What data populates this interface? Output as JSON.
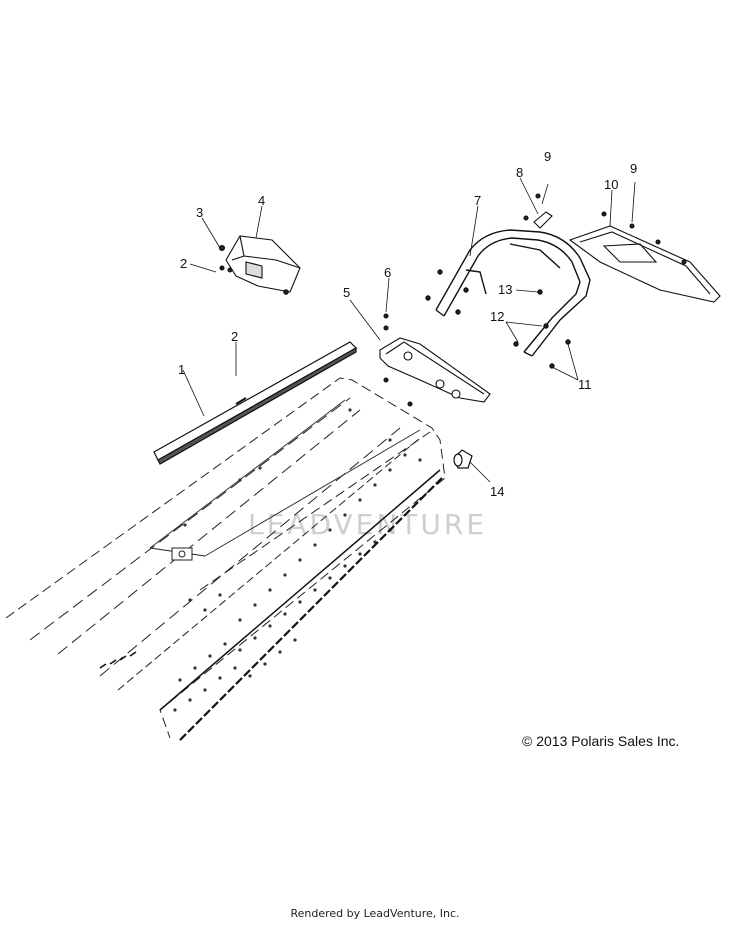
{
  "watermark": "LEADVENTURE",
  "copyright": "© 2013 Polaris Sales Inc.",
  "footer": "Rendered by LeadVenture, Inc.",
  "callouts": {
    "c1": "1",
    "c2a": "2",
    "c2b": "2",
    "c3": "3",
    "c4": "4",
    "c5": "5",
    "c6": "6",
    "c7": "7",
    "c8": "8",
    "c9a": "9",
    "c9b": "9",
    "c10": "10",
    "c11": "11",
    "c12": "12",
    "c13": "13",
    "c14": "14"
  }
}
